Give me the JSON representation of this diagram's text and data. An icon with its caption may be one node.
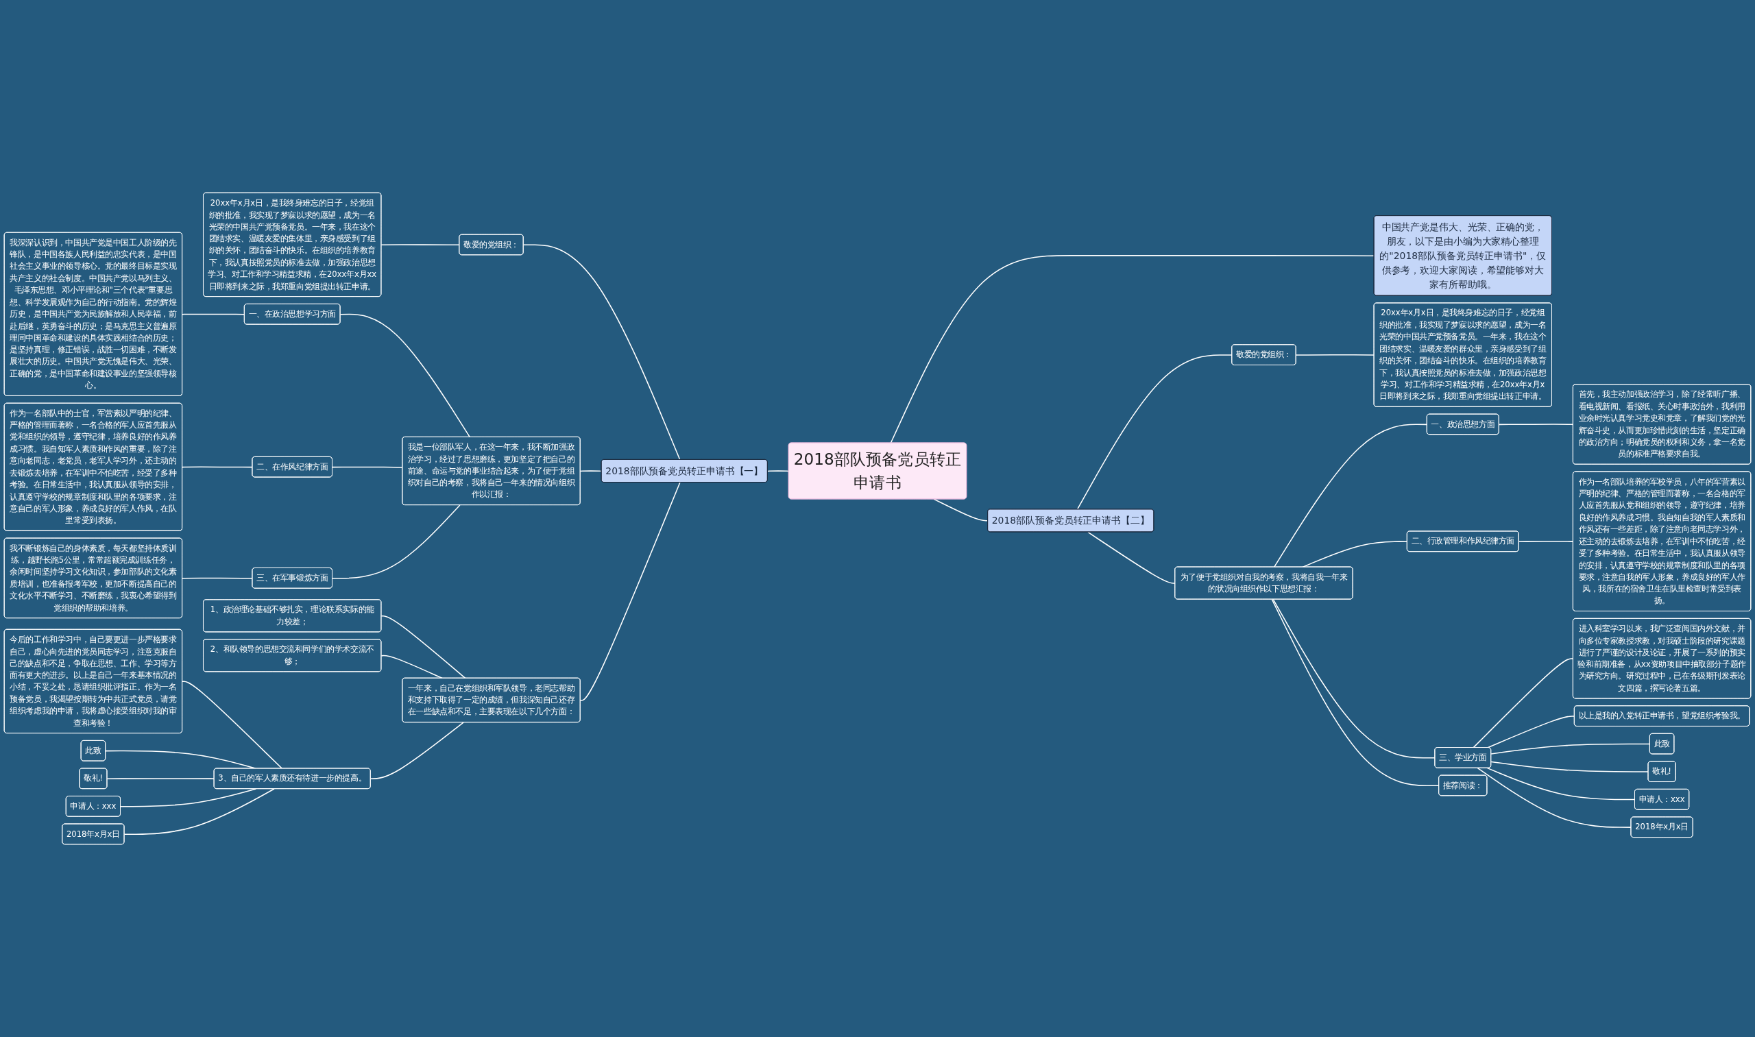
{
  "diagram": {
    "nodes": [
      {
        "text": [
          "2018部队预备党员转正申请书"
        ]
      },
      {
        "text": [
          "中国共产党是伟大、光荣、正确的党，朋友，以下是由小编为大家精心整理的\"2018部队预备党员转正申请书\"，仅供参考，欢迎大家阅读，希望能够对大家有所帮助哦。"
        ]
      },
      {
        "text": [
          "2018部队预备党员转正申请书【一】"
        ]
      },
      {
        "text": [
          "敬爱的党组织："
        ]
      },
      {
        "text": [
          "20xx年x月x日，是我终身难忘的日子，经党组织的批准，我实现了梦寐以求的愿望，成为一名光荣的中国共产党预备党员。一年来，我在这个团结求实、温暖友爱的集体里，亲身感受到了组织的关怀，团结奋斗的快乐。在组织的培养教育下，我认真按照党员的标准去做，加强政治思想学习、对工作和学习精益求精，在20xx年x月xx日即将到来之际，我郑重向党组提出转正申请。"
        ]
      },
      {
        "text": [
          "我是一位部队军人，在这一年来，我不断加强政治学习，经过了思想磨练，更加坚定了把自己的前途、命运与党的事业结合起来，为了便于党组织对自己的考察，我将自己一年来的情况向组织作以汇报："
        ]
      },
      {
        "text": [
          "一、在政治思想学习方面"
        ]
      },
      {
        "text": [
          "我深深认识到，中国共产党是中国工人阶级的先锋队，是中国各族人民利益的忠实代表，是中国社会主义事业的领导核心。党的最终目标是实现共产主义的社会制度。中国共产党以马列主义、毛泽东思想、邓小平理论和\"三个代表\"重要思想、科学发展观作为自己的行动指南。党的辉煌历史，是中国共产党为民族解放和人民幸福，前赴后继，英勇奋斗的历史；是马克思主义普遍原理同中国革命和建设的具体实践相结合的历史；是坚持真理，修正错误，战胜一切困难，不断发展壮大的历史。中国共产党无愧是伟大、光荣、正确的党，是中国革命和建设事业的坚强领导核心。"
        ]
      },
      {
        "text": [
          "二、在作风纪律方面"
        ]
      },
      {
        "text": [
          "作为一名部队中的士官，军营素以严明的纪律、严格的管理而著称，一名合格的军人应首先服从党和组织的领导，遵守纪律，培养良好的作风养成习惯。我自知军人素质和作风的重要，除了注意向老同志，老党员，老军人学习外，还主动的去锻炼去培养，在军训中不怕吃苦，经受了多种考验。在日常生活中，我认真服从领导的安排，认真遵守学校的规章制度和队里的各项要求，注意自己的军人形象，养成良好的军人作风，在队里常受到表扬。"
        ]
      },
      {
        "text": [
          "三、在军事锻炼方面"
        ]
      },
      {
        "text": [
          "我不断锻炼自己的身体素质，每天都坚持体质训练，越野长跑5公里，常常超额完成训练任务，余闲时间坚持学习文化知识，参加部队的文化素质培训，也准备报考军校，更加不断提高自己的文化水平不断学习、不断磨练，我衷心希望得到党组织的帮助和培养。"
        ]
      },
      {
        "text": [
          "一年来，自己在党组织和军队领导，老同志帮助和支持下取得了一定的成绩，但我深知自己还存在一些缺点和不足，主要表现在以下几个方面："
        ]
      },
      {
        "text": [
          "1、政治理论基础不够扎实，理论联系实际的能力较差；"
        ]
      },
      {
        "text": [
          "2、和队领导的思想交流和同学们的学术交流不够；"
        ]
      },
      {
        "text": [
          "3、自己的军人素质还有待进一步的提高。"
        ]
      },
      {
        "text": [
          "今后的工作和学习中，自己要更进一步严格要求自己，虚心向先进的党员同志学习，注意克服自己的缺点和不足，争取在思想、工作、学习等方面有更大的进步。以上是自己一年来基本情况的小结，不妥之处，恳请组织批评指正。作为一名预备党员，我渴望按期转为中共正式党员，请党组织考虑我的申请，我将虚心接受组织对我的审查和考验！"
        ]
      },
      {
        "text": [
          "此致"
        ]
      },
      {
        "text": [
          "敬礼!"
        ]
      },
      {
        "text": [
          "申请人：xxx"
        ]
      },
      {
        "text": [
          "2018年x月x日"
        ]
      },
      {
        "text": [
          "2018部队预备党员转正申请书【二】"
        ]
      },
      {
        "text": [
          "敬爱的党组织："
        ]
      },
      {
        "text": [
          "20xx年x月x日，是我终身难忘的日子，经党组织的批准，我实现了梦寐以求的愿望，成为一名光荣的中国共产党预备党员。一年来，我在这个团结求实、温暖友爱的群众里，亲身感受到了组织的关怀，团结奋斗的快乐。在组织的培养教育下，我认真按照党员的标准去做，加强政治思想学习、对工作和学习精益求精，在20xx年x月x日即将到来之际，我郑重向党组提出转正申请。"
        ]
      },
      {
        "text": [
          "为了便于党组织对自我的考察，我将自我一年来的状况向组织作以下思想汇报："
        ]
      },
      {
        "text": [
          "一、政治思想方面"
        ]
      },
      {
        "text": [
          "首先，我主动加强政治学习，除了经常听广播、看电视新闻、看报纸、关心时事政治外，我利用业余时光认真学习党史和党章，了解我们党的光辉奋斗史，从而更加珍惜此刻的生活，坚定正确的政治方向；明确党员的权利和义务，拿一名党员的标准严格要求自我。"
        ]
      },
      {
        "text": [
          "二、行政管理和作风纪律方面"
        ]
      },
      {
        "text": [
          "作为一名部队培养的军校学员，八年的军营素以严明的纪律、严格的管理而著称，一名合格的军人应首先服从党和组织的领导，遵守纪律，培养良好的作风养成习惯。我自知自我的军人素质和作风还有一些差距，除了注意向老同志学习外，还主动的去锻炼去培养，在军训中不怕吃苦，经受了多种考验。在日常生活中，我认真服从领导的安排，认真遵守学校的规章制度和队里的各项要求，注意自我的军人形象，养成良好的军人作风，我所在的宿舍卫生在队里检查时常受到表扬。"
        ]
      },
      {
        "text": [
          "三、学业方面"
        ]
      },
      {
        "text": [
          "进入科室学习以来，我广泛查阅国内外文献，并向多位专家教授求教，对我硕士阶段的研究课题进行了严谨的设计及论证，开展了一系列的预实验和前期准备，从xx资助项目中抽取部分子题作为研究方向。研究过程中，已在各级期刊发表论文四篇，撰写论著五篇。"
        ]
      },
      {
        "text": [
          "以上是我的入党转正申请书，望党组织考验我。"
        ]
      },
      {
        "text": [
          "此致"
        ]
      },
      {
        "text": [
          "敬礼!"
        ]
      },
      {
        "text": [
          "申请人：xxx"
        ]
      },
      {
        "text": [
          "2018年x月x日"
        ]
      },
      {
        "text": [
          "推荐阅读："
        ]
      }
    ],
    "edges": [
      {
        "from": 0,
        "to": 1,
        "arrow": "none"
      },
      {
        "from": 0,
        "to": 2,
        "arrow": "none"
      },
      {
        "from": 0,
        "to": 21,
        "arrow": "none"
      },
      {
        "from": 2,
        "to": 3,
        "arrow": "none"
      },
      {
        "from": 3,
        "to": 4,
        "arrow": "none"
      },
      {
        "from": 2,
        "to": 5,
        "arrow": "none"
      },
      {
        "from": 5,
        "to": 6,
        "arrow": "none"
      },
      {
        "from": 6,
        "to": 7,
        "arrow": "none"
      },
      {
        "from": 5,
        "to": 8,
        "arrow": "none"
      },
      {
        "from": 8,
        "to": 9,
        "arrow": "none"
      },
      {
        "from": 5,
        "to": 10,
        "arrow": "none"
      },
      {
        "from": 10,
        "to": 11,
        "arrow": "none"
      },
      {
        "from": 2,
        "to": 12,
        "arrow": "none"
      },
      {
        "from": 12,
        "to": 13,
        "arrow": "none"
      },
      {
        "from": 12,
        "to": 14,
        "arrow": "none"
      },
      {
        "from": 12,
        "to": 15,
        "arrow": "none"
      },
      {
        "from": 15,
        "to": 16,
        "arrow": "none"
      },
      {
        "from": 15,
        "to": 17,
        "arrow": "none"
      },
      {
        "from": 15,
        "to": 18,
        "arrow": "none"
      },
      {
        "from": 15,
        "to": 19,
        "arrow": "none"
      },
      {
        "from": 15,
        "to": 20,
        "arrow": "none"
      },
      {
        "from": 21,
        "to": 22,
        "arrow": "none"
      },
      {
        "from": 22,
        "to": 23,
        "arrow": "none"
      },
      {
        "from": 21,
        "to": 24,
        "arrow": "none"
      },
      {
        "from": 24,
        "to": 25,
        "arrow": "none"
      },
      {
        "from": 25,
        "to": 26,
        "arrow": "none"
      },
      {
        "from": 24,
        "to": 27,
        "arrow": "none"
      },
      {
        "from": 27,
        "to": 28,
        "arrow": "none"
      },
      {
        "from": 24,
        "to": 29,
        "arrow": "none"
      },
      {
        "from": 29,
        "to": 30,
        "arrow": "none"
      },
      {
        "from": 29,
        "to": 31,
        "arrow": "none"
      },
      {
        "from": 29,
        "to": 32,
        "arrow": "none"
      },
      {
        "from": 29,
        "to": 33,
        "arrow": "none"
      },
      {
        "from": 29,
        "to": 34,
        "arrow": "none"
      },
      {
        "from": 29,
        "to": 35,
        "arrow": "none"
      },
      {
        "from": 24,
        "to": 36,
        "arrow": "none"
      }
    ]
  }
}
